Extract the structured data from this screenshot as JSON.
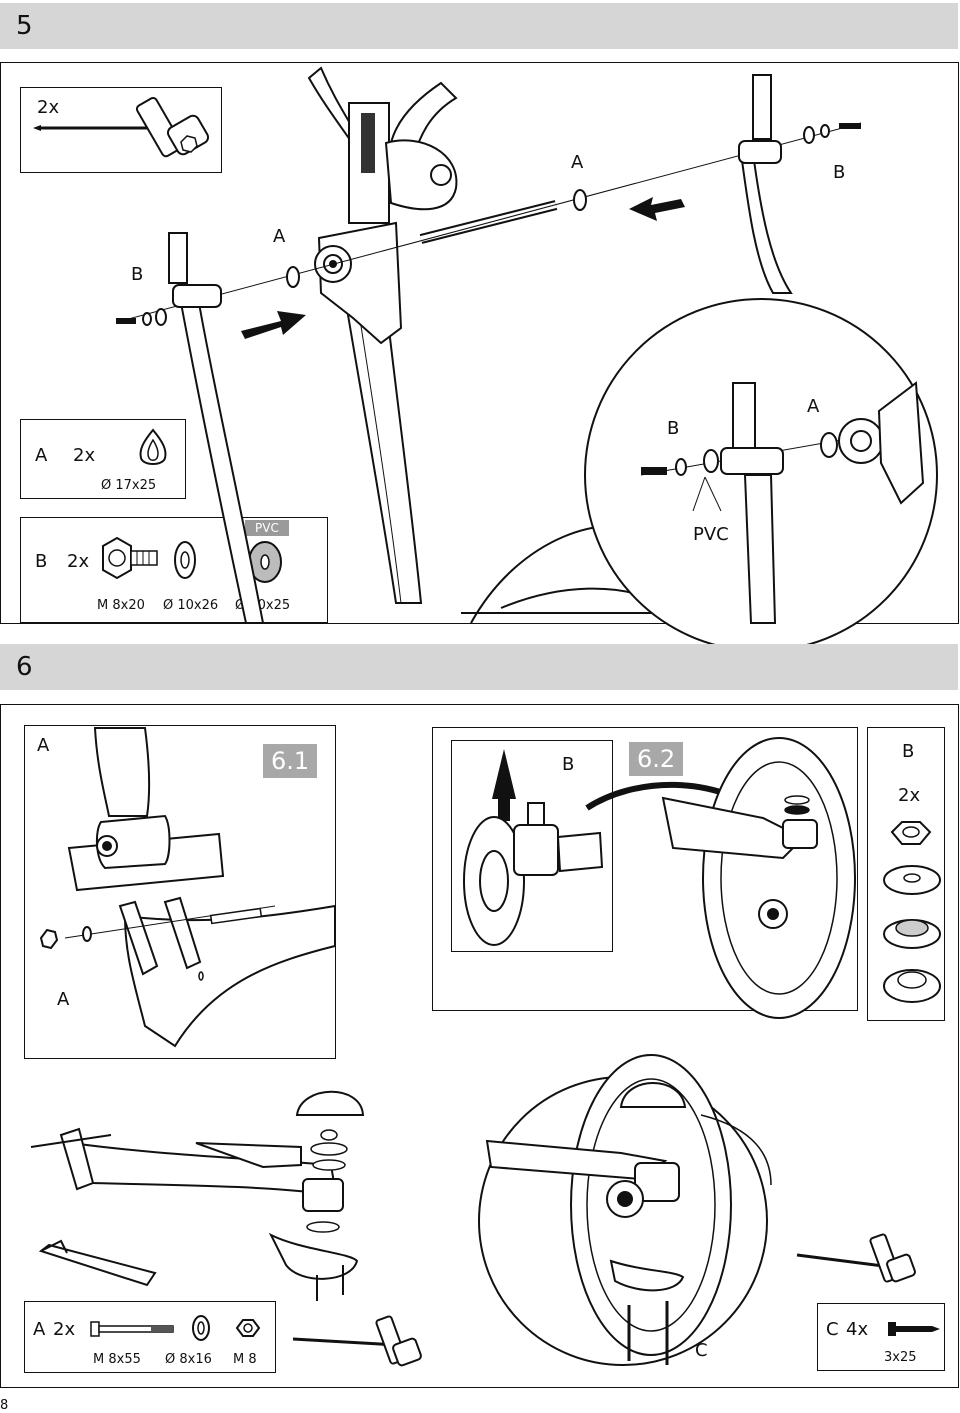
{
  "step5": {
    "number": "5",
    "tool_qty": "2x",
    "labels": {
      "a_top": "A",
      "b_top": "B",
      "a_left": "A",
      "b_left": "B",
      "a_circle": "A",
      "b_circle": "B",
      "pvc_circle": "PVC"
    },
    "part_a": {
      "letter": "A",
      "qty": "2x",
      "spec": "Ø 17x25"
    },
    "part_b": {
      "letter": "B",
      "qty": "2x",
      "pvc_tag": "PVC",
      "specs": [
        "M 8x20",
        "Ø 10x26",
        "Ø 10x25"
      ]
    }
  },
  "step6": {
    "number": "6",
    "sub1": {
      "title": "6.1",
      "label_top": "A",
      "label_bottom": "A"
    },
    "sub2": {
      "title": "6.2",
      "label": "B"
    },
    "part_b": {
      "letter": "B",
      "qty": "2x"
    },
    "part_a": {
      "letter": "A",
      "qty": "2x",
      "specs": [
        "M 8x55",
        "Ø 8x16",
        "M 8"
      ]
    },
    "part_c": {
      "letter": "C",
      "qty": "4x",
      "spec": "3x25"
    },
    "label_c": "C"
  },
  "page_number": "8"
}
